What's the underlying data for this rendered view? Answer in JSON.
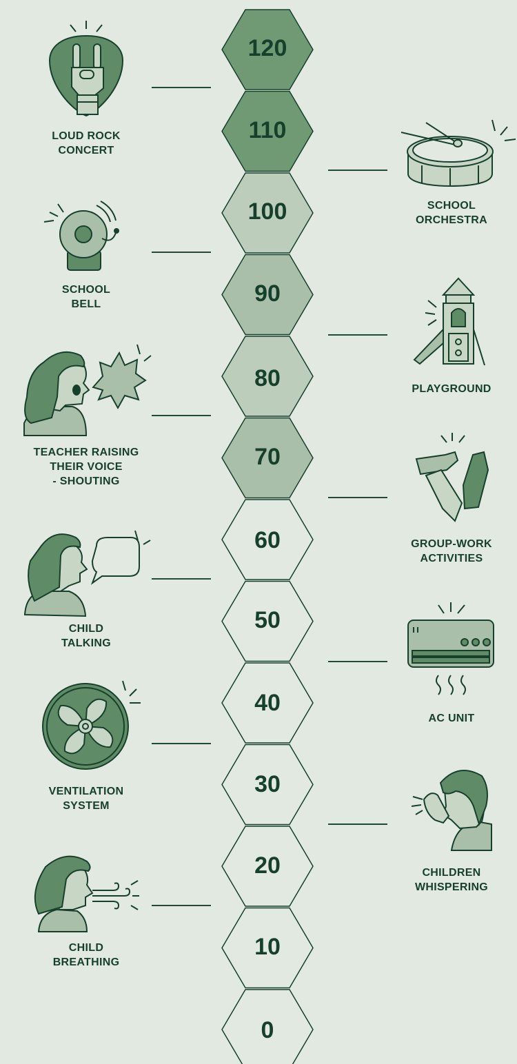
{
  "levels": [
    "120",
    "110",
    "100",
    "90",
    "80",
    "70",
    "60",
    "50",
    "40",
    "30",
    "20",
    "10",
    "0"
  ],
  "sources": [
    {
      "label": "LOUD ROCK\nCONCERT",
      "icon": "rock-hand-icon"
    },
    {
      "label": "SCHOOL\nORCHESTRA",
      "icon": "drum-icon"
    },
    {
      "label": "SCHOOL\nBELL",
      "icon": "bell-icon"
    },
    {
      "label": "PLAYGROUND",
      "icon": "playground-slide-icon"
    },
    {
      "label": "TEACHER RAISING\nTHEIR VOICE\n- SHOUTING",
      "icon": "shouting-teacher-icon"
    },
    {
      "label": "GROUP-WORK\nACTIVITIES",
      "icon": "hands-together-icon"
    },
    {
      "label": "CHILD\nTALKING",
      "icon": "talking-child-icon"
    },
    {
      "label": "AC UNIT",
      "icon": "air-conditioner-icon"
    },
    {
      "label": "VENTILATION\nSYSTEM",
      "icon": "fan-icon"
    },
    {
      "label": "CHILDREN\nWHISPERING",
      "icon": "whispering-child-icon"
    },
    {
      "label": "CHILD\nBREATHING",
      "icon": "breathing-child-icon"
    }
  ],
  "colors": {
    "background": "#e2e9e1",
    "dark": "#17402c",
    "hex_dark": "#6f9a74",
    "hex_mid": "#a9bfa9",
    "hex_light": "#bccdbb",
    "hex_empty": "#e2e9e1"
  }
}
